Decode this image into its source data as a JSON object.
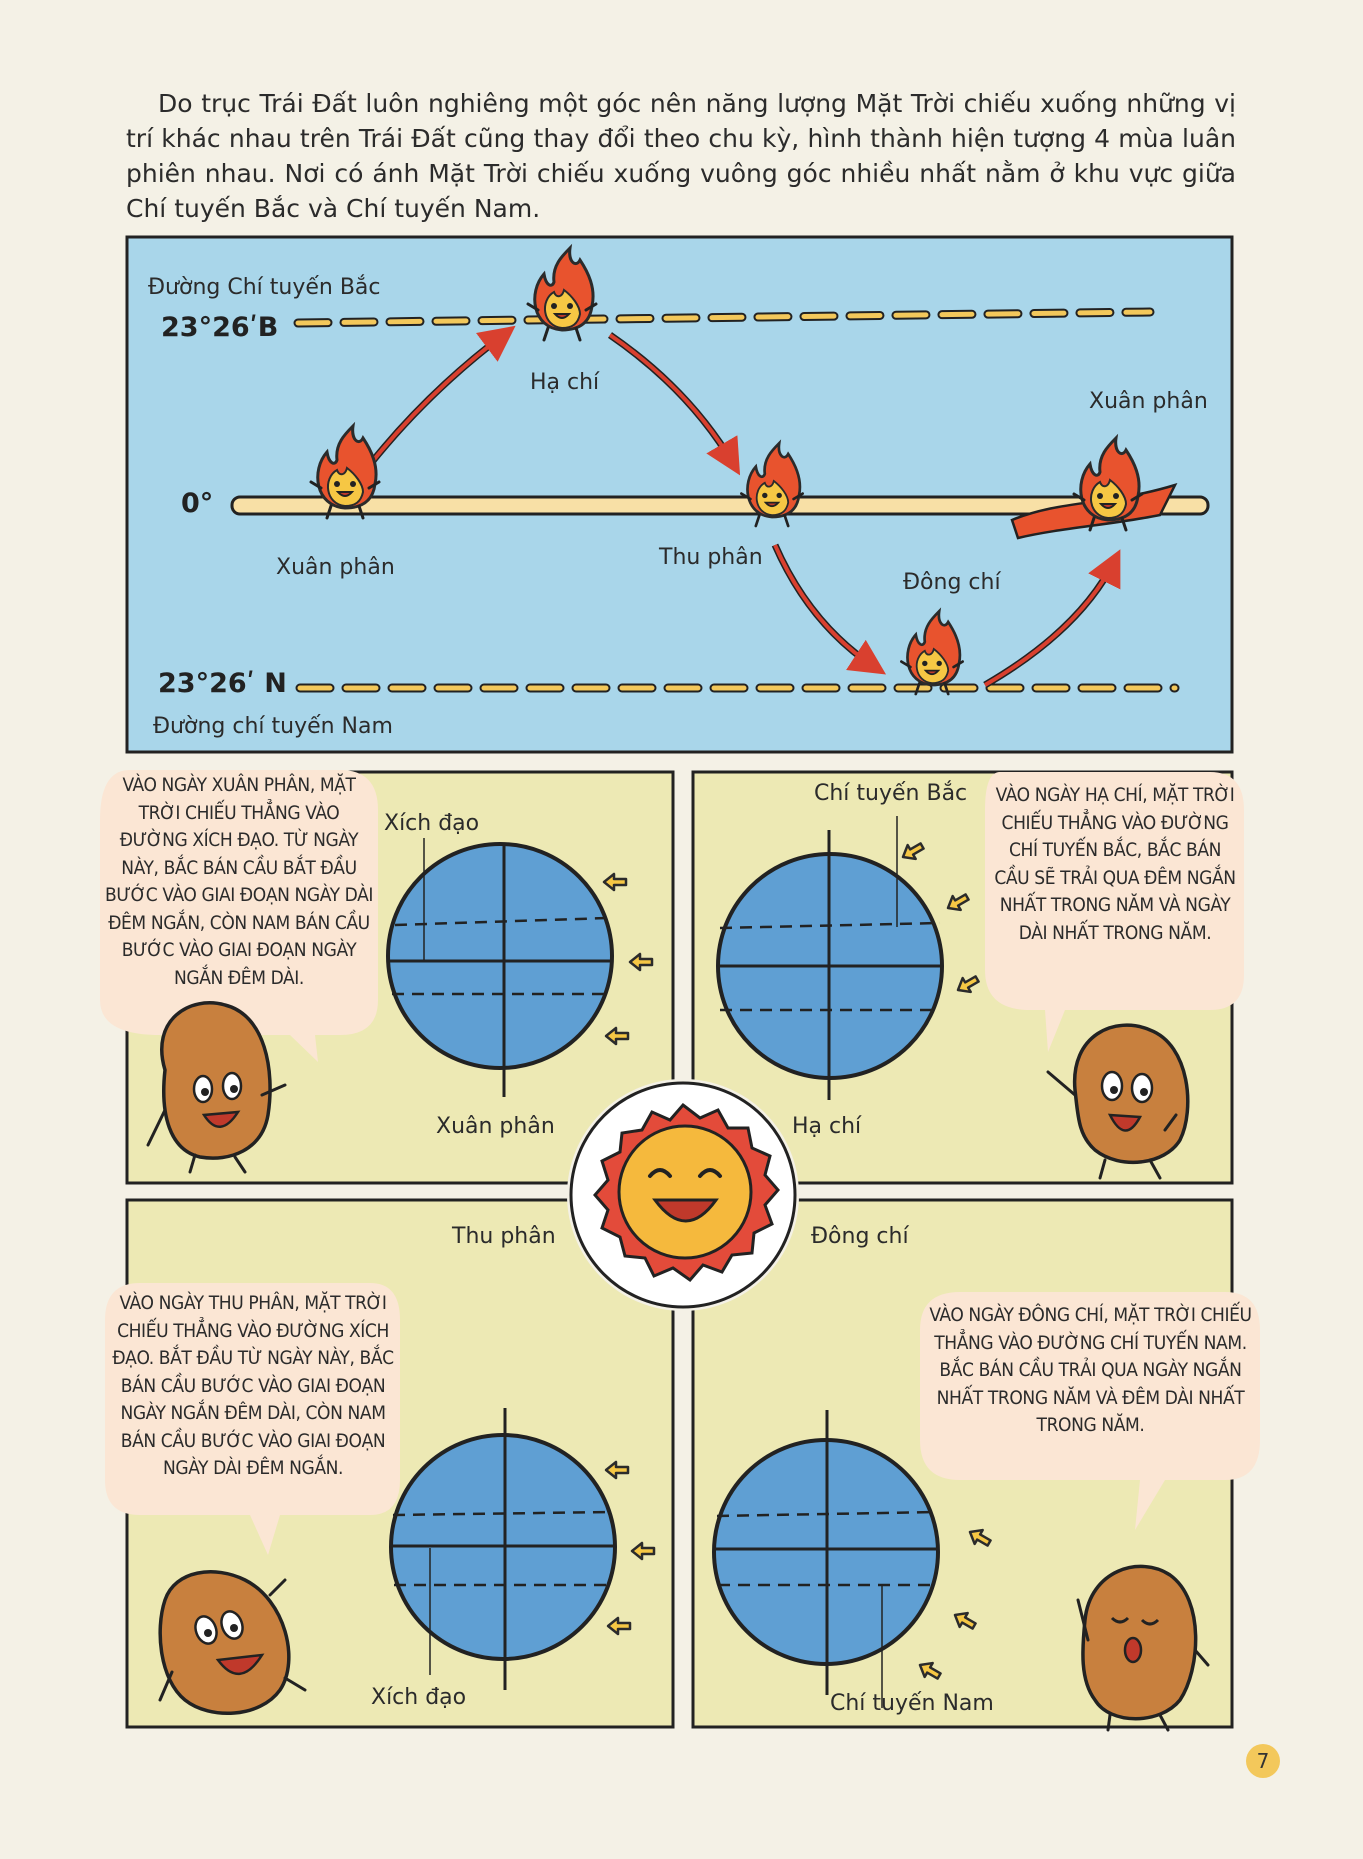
{
  "intro_text": "Do trục Trái Đất luôn nghiêng một góc nên năng lượng Mặt Trời chiếu xuống những vị trí khác nhau trên Trái Đất cũng thay đổi theo chu kỳ, hình thành hiện tượng 4 mùa luân phiên nhau. Nơi có ánh Mặt Trời chiếu xuống vuông góc nhiều nhất nằm ở khu vực giữa Chí tuyến Bắc và Chí tuyến Nam.",
  "diagram": {
    "north_tropic_label": "Đường Chí tuyến Bắc",
    "north_tropic_deg": "23°26ʹB",
    "equator_deg": "0°",
    "south_tropic_deg": "23°26ʹ N",
    "south_tropic_label": "Đường chí tuyến Nam",
    "stages": {
      "spring_equinox": "Xuân phân",
      "summer_solstice": "Hạ chí",
      "autumn_equinox": "Thu phân",
      "winter_solstice": "Đông chí",
      "spring_equinox_next": "Xuân phân"
    },
    "colors": {
      "sky": "#a9d6ea",
      "tropic_dash": "#f3c85b",
      "arrow": "#d9402f",
      "flame": "#f0a03a"
    }
  },
  "panels": {
    "spring": {
      "bubble": "VÀO NGÀY XUÂN PHÂN, MẶT TRỜI CHIẾU THẲNG VÀO ĐƯỜNG XÍCH ĐẠO. TỪ NGÀY NÀY, BẮC BÁN CẦU BẮT ĐẦU BƯỚC VÀO GIAI ĐOẠN NGÀY DÀI ĐÊM NGẮN, CÒN NAM BÁN CẦU BƯỚC VÀO GIAI ĐOẠN NGÀY NGẮN ĐÊM DÀI.",
      "pointer_label": "Xích đạo",
      "caption": "Xuân phân"
    },
    "summer": {
      "bubble": "VÀO NGÀY HẠ CHÍ, MẶT TRỜI CHIẾU THẲNG VÀO ĐƯỜNG CHÍ TUYẾN BẮC, BẮC BÁN CẦU SẼ TRẢI QUA ĐÊM NGẮN NHẤT TRONG NĂM VÀ NGÀY DÀI NHẤT TRONG NĂM.",
      "pointer_label": "Chí tuyến Bắc",
      "caption": "Hạ chí"
    },
    "autumn": {
      "bubble": "VÀO NGÀY THU PHÂN, MẶT TRỜI CHIẾU THẲNG VÀO ĐƯỜNG XÍCH ĐẠO. BẮT ĐẦU TỪ NGÀY NÀY, BẮC BÁN CẦU BƯỚC VÀO GIAI ĐOẠN NGÀY NGẮN ĐÊM DÀI, CÒN NAM BÁN CẦU BƯỚC VÀO GIAI ĐOẠN NGÀY DÀI ĐÊM NGẮN.",
      "pointer_label": "Xích đạo",
      "caption": "Thu phân"
    },
    "winter": {
      "bubble": "VÀO NGÀY ĐÔNG CHÍ, MẶT TRỜI CHIẾU THẲNG VÀO ĐƯỜNG CHÍ TUYẾN NAM. BẮC BÁN CẦU TRẢI QUA NGÀY NGẮN NHẤT TRONG NĂM VÀ ĐÊM DÀI NHẤT TRONG NĂM.",
      "pointer_label": "Chí tuyến Nam",
      "caption": "Đông chí"
    },
    "colors": {
      "panel_bg": "#ede9b4",
      "globe": "#5f9fd3",
      "bubble_bg": "#fbe6d4",
      "sun_face": "#f5b93d",
      "sun_rays": "#e34b3a",
      "potato": "#c8803e"
    }
  },
  "page_number": "7"
}
